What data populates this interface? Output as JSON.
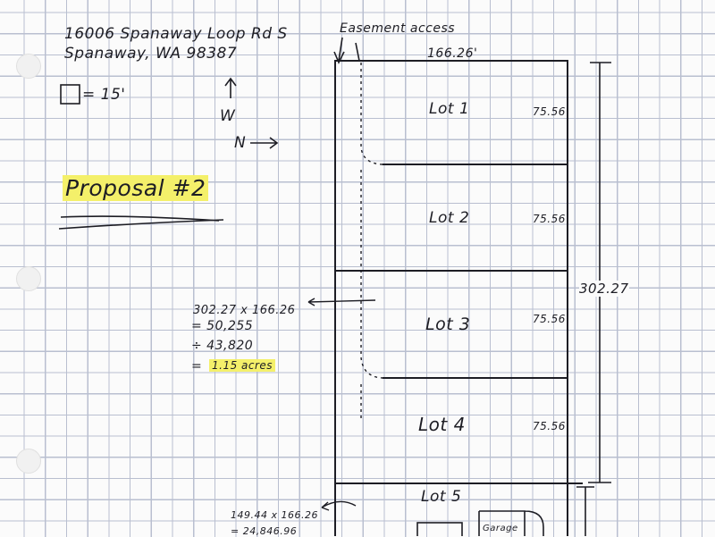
{
  "address": {
    "line1": "16006 Spanaway Loop Rd S",
    "line2": "Spanaway, WA 98387"
  },
  "scale": {
    "label": "= 15'"
  },
  "compass": {
    "west": "W",
    "north": "N"
  },
  "title": "Proposal #2",
  "easement_label": "Easement access",
  "width_label": "166.26'",
  "depth_label": "302.27",
  "lots": [
    {
      "name": "Lot 1",
      "depth": "75.56"
    },
    {
      "name": "Lot 2",
      "depth": "75.56"
    },
    {
      "name": "Lot 3",
      "depth": "75.56"
    },
    {
      "name": "Lot 4",
      "depth": "75.56"
    },
    {
      "name": "Lot 5"
    }
  ],
  "calc1": {
    "line1": "302.27 x 166.26",
    "line2": "= 50,255",
    "line3": "÷ 43,820",
    "result_prefix": "=",
    "result": "1.15 acres"
  },
  "calc2": {
    "line1": "149.44 x 166.26",
    "line2": "= 24,846.96"
  },
  "garage_label": "Garage",
  "colors": {
    "ink": "#1d1d24",
    "highlight": "#f4f06a",
    "grid": "#b9bfd0"
  }
}
